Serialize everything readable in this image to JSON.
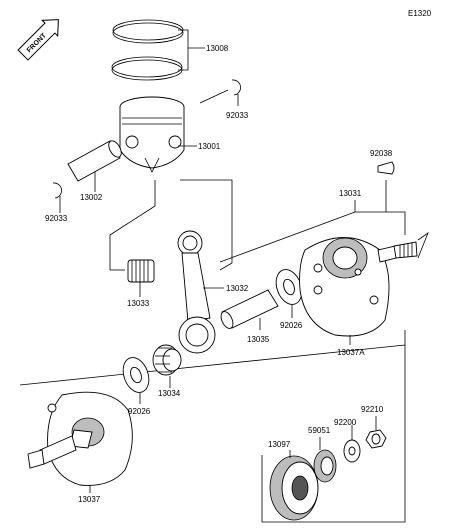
{
  "diagram_code": "E1320",
  "front_label": "FRONT",
  "parts": {
    "p13008": "13008",
    "p92033_top": "92033",
    "p13001": "13001",
    "p13002": "13002",
    "p92033_left": "92033",
    "p92038": "92038",
    "p13031": "13031",
    "p13033": "13033",
    "p13032": "13032",
    "p92026_right": "92026",
    "p13035": "13035",
    "p13037A": "13037A",
    "p13034": "13034",
    "p92026_left": "92026",
    "p92210": "92210",
    "p92200": "92200",
    "p59051": "59051",
    "p13097": "13097",
    "p13037": "13037"
  },
  "colors": {
    "line": "#000000",
    "shade": "#bdbdbd",
    "dark": "#555555"
  }
}
